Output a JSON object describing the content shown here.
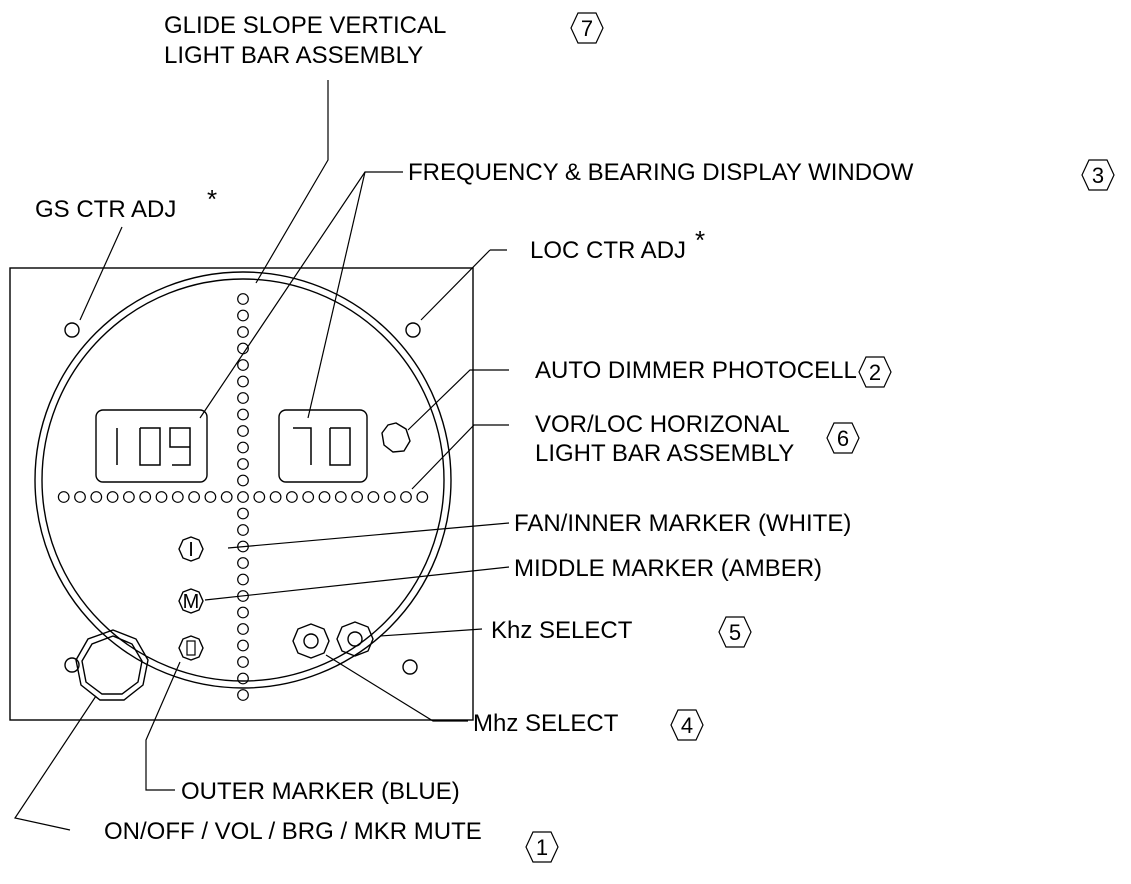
{
  "colors": {
    "ink": "#000000",
    "background": "#ffffff"
  },
  "display": {
    "left_digits": "109",
    "right_digits": "70"
  },
  "markers": {
    "inner_letter": "I",
    "middle_letter": "M",
    "outer_letter": "O"
  },
  "callouts": {
    "glide_slope_line1": "GLIDE SLOPE VERTICAL",
    "glide_slope_line2": "LIGHT BAR ASSEMBLY",
    "glide_slope_num": "7",
    "freq_window": "FREQUENCY & BEARING DISPLAY WINDOW",
    "freq_window_num": "3",
    "gs_ctr_adj": "GS CTR ADJ",
    "loc_ctr_adj": "LOC CTR ADJ",
    "asterisk": "*",
    "photocell": "AUTO DIMMER PHOTOCELL",
    "photocell_num": "2",
    "vor_loc_line1": "VOR/LOC HORIZONAL",
    "vor_loc_line2": "LIGHT BAR ASSEMBLY",
    "vor_loc_num": "6",
    "fan_inner": "FAN/INNER MARKER (WHITE)",
    "middle_marker": "MIDDLE MARKER (AMBER)",
    "khz_select": "Khz SELECT",
    "khz_num": "5",
    "mhz_select": "Mhz SELECT",
    "mhz_num": "4",
    "outer_marker": "OUTER MARKER (BLUE)",
    "power_knob": "ON/OFF / VOL / BRG / MKR MUTE",
    "power_num": "1"
  }
}
